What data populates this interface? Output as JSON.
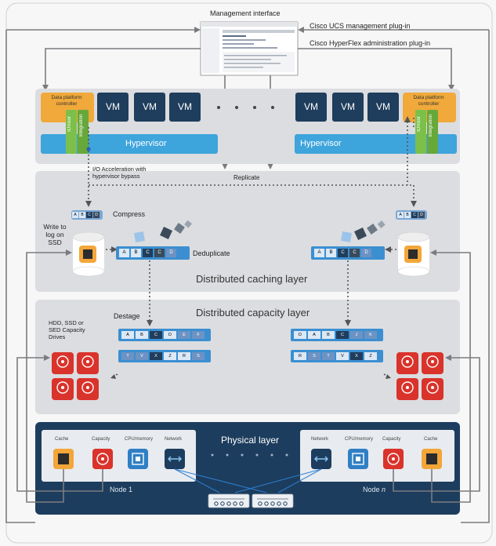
{
  "colors": {
    "panel_bg": "#dcdde0",
    "hyper_blue": "#3ea4dc",
    "vm_navy": "#1f3d5c",
    "controller_orange": "#f0a93a",
    "io_green": "#7cc04b",
    "physical_navy": "#1d3d5e",
    "disk_red": "#d9332b",
    "cache_orange": "#f3a63a",
    "tag_blue": "#3b8fd1"
  },
  "labels": {
    "management_interface": "Management interface",
    "ucs_plugin": "Cisco UCS management plug-in",
    "hyperflex_plugin": "Cisco HyperFlex administration plug-in",
    "data_platform_controller": "Data platform controller",
    "io_visor": "IOVisor",
    "integration": "Integration",
    "hypervisor": "Hypervisor",
    "vm": "VM",
    "io_acceleration": "I/O Acceleration with hypervisor bypass",
    "replicate": "Replicate",
    "compress": "Compress",
    "write_to_log": "Write to log on SSD",
    "deduplicate": "Deduplicate",
    "caching_layer": "Distributed caching layer",
    "capacity_layer": "Distributed capacity layer",
    "destage": "Destage",
    "capacity_drives": "HDD, SSD or SED Capacity Drives",
    "physical_layer": "Physical layer",
    "node1": "Node 1",
    "node_n_prefix": "Node ",
    "node_n_suffix": "n",
    "cache": "Cache",
    "capacity": "Capacity",
    "cpu_memory": "CPU/memory",
    "network": "Network"
  },
  "compress_blocks": [
    "A",
    "B",
    "C",
    "D"
  ],
  "dedup_blocks": [
    "A",
    "B",
    "C",
    "C",
    "D"
  ],
  "destage_left_top": [
    "A",
    "B",
    "C",
    "D",
    "E",
    "F"
  ],
  "destage_left_bottom": [
    "T",
    "V",
    "X",
    "Z",
    "R",
    "S"
  ],
  "destage_right_top": [
    "D",
    "A",
    "B",
    "C",
    "J",
    "K"
  ],
  "destage_right_bottom": [
    "R",
    "S",
    "T",
    "V",
    "X",
    "Z"
  ]
}
